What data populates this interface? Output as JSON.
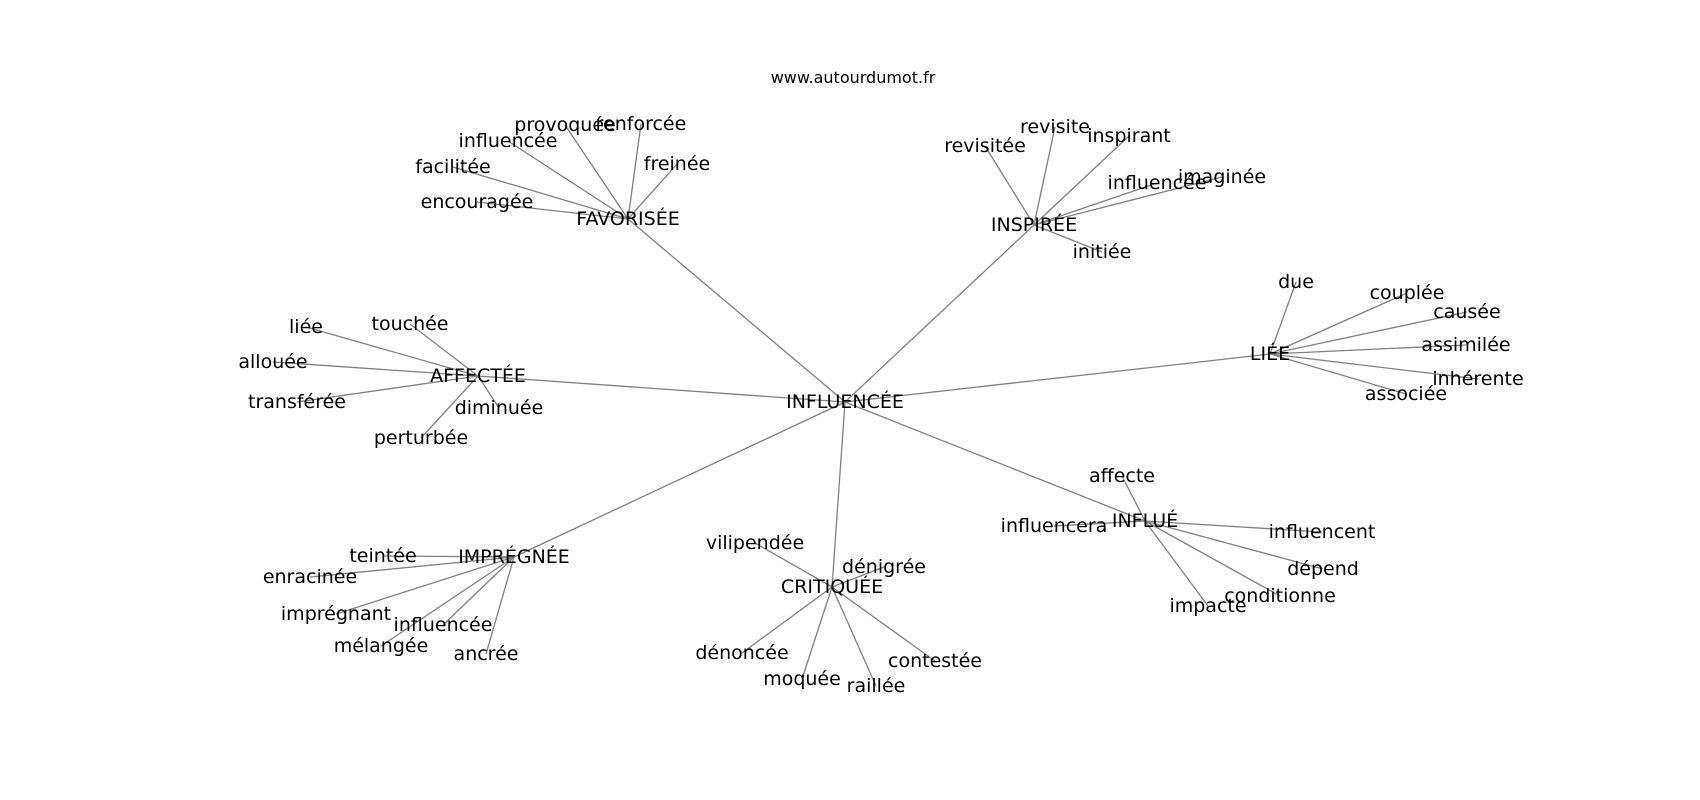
{
  "site": "www.autourdumot.fr",
  "center": "INFLUENCÉE",
  "groups": [
    {
      "label": "FAVORISÉE",
      "leaves": [
        "provoquée",
        "renforcée",
        "influencée",
        "freinée",
        "facilitée",
        "encouragée"
      ]
    },
    {
      "label": "INSPIRÉE",
      "leaves": [
        "revisite",
        "revisitée",
        "inspirant",
        "imaginée",
        "influencée",
        "initiée"
      ]
    },
    {
      "label": "AFFECTÉE",
      "leaves": [
        "touchée",
        "liée",
        "allouée",
        "transférée",
        "diminuée",
        "perturbée"
      ]
    },
    {
      "label": "LIÉE",
      "leaves": [
        "due",
        "couplée",
        "causée",
        "assimilée",
        "inhérente",
        "associée"
      ]
    },
    {
      "label": "INFLUÉ",
      "leaves": [
        "affecte",
        "influencera",
        "influencent",
        "dépend",
        "conditionne",
        "impacte"
      ]
    },
    {
      "label": "IMPRÉGNÉE",
      "leaves": [
        "teintée",
        "enracinée",
        "imprégnant",
        "influencée",
        "mélangée",
        "ancrée"
      ]
    },
    {
      "label": "CRITIQUÉE",
      "leaves": [
        "vilipendée",
        "dénigrée",
        "dénoncée",
        "contestée",
        "moquée",
        "raillée"
      ]
    }
  ]
}
